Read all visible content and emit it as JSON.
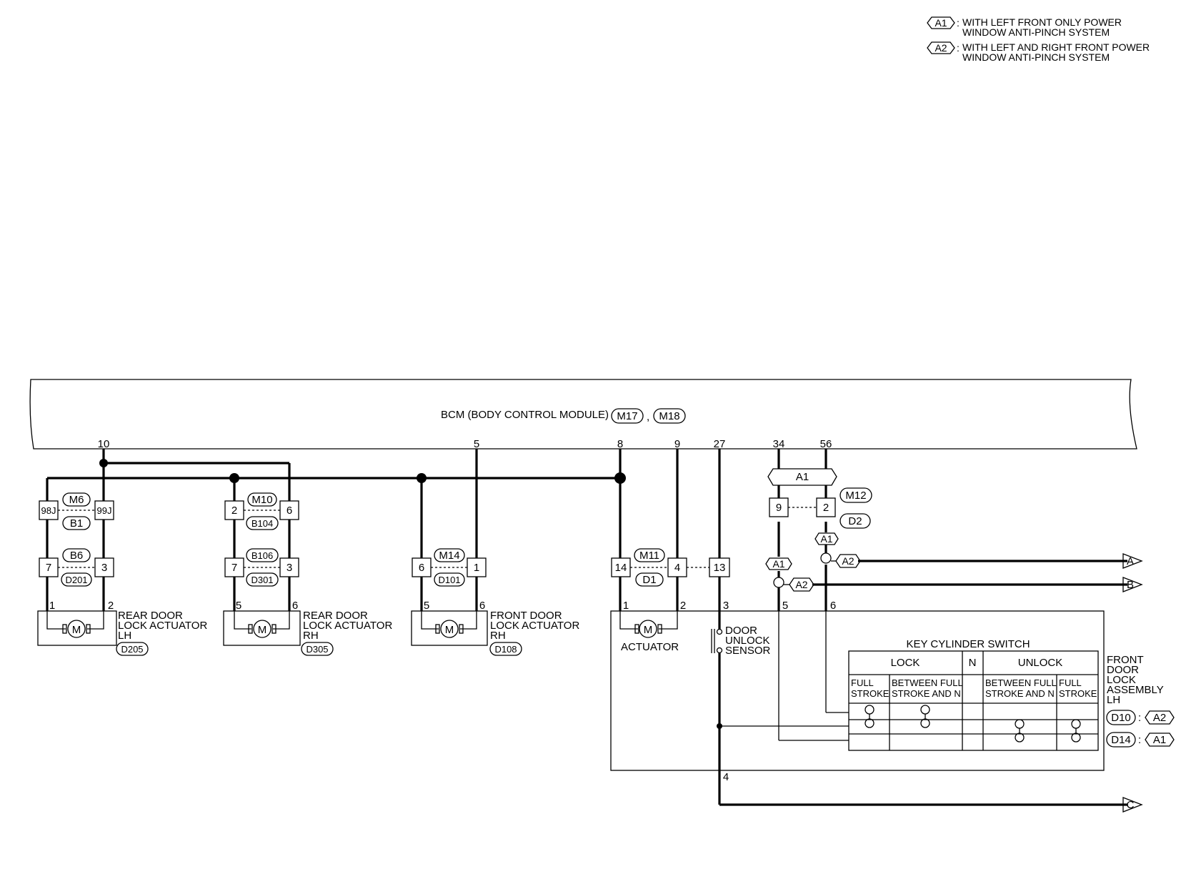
{
  "legend": [
    {
      "tag": "A1",
      "line1": "WITH LEFT FRONT ONLY POWER",
      "line2": "WINDOW ANTI-PINCH SYSTEM"
    },
    {
      "tag": "A2",
      "line1": "WITH LEFT AND RIGHT FRONT POWER",
      "line2": "WINDOW ANTI-PINCH SYSTEM"
    }
  ],
  "bcm": {
    "label": "BCM (BODY CONTROL MODULE)",
    "connector1": "M17",
    "sep": ",",
    "connector2": "M18"
  },
  "terminals": {
    "t10": "10",
    "t5": "5",
    "t8": "8",
    "t9": "9",
    "t27": "27",
    "t34": "34",
    "t56": "56"
  },
  "rear_lh": {
    "top_left": "98J",
    "top_right": "99J",
    "top_conn_a": "M6",
    "top_conn_b": "B1",
    "bot_left": "7",
    "bot_right": "3",
    "bot_conn_a": "B6",
    "bot_conn_b": "D201",
    "pin_left": "1",
    "pin_right": "2",
    "name1": "REAR DOOR",
    "name2": "LOCK ACTUATOR",
    "name3": "LH",
    "connector": "D205"
  },
  "rear_rh": {
    "top_left": "2",
    "top_right": "6",
    "top_conn_a": "M10",
    "top_conn_b": "B104",
    "bot_left": "7",
    "bot_right": "3",
    "bot_conn_a": "B106",
    "bot_conn_b": "D301",
    "pin_left": "5",
    "pin_right": "6",
    "name1": "REAR DOOR",
    "name2": "LOCK ACTUATOR",
    "name3": "RH",
    "connector": "D305"
  },
  "front_rh": {
    "bot_left": "6",
    "bot_right": "1",
    "bot_conn_a": "M14",
    "bot_conn_b": "D101",
    "pin_left": "5",
    "pin_right": "6",
    "name1": "FRONT DOOR",
    "name2": "LOCK ACTUATOR",
    "name3": "RH",
    "connector": "D108"
  },
  "front_lh": {
    "j_left": "14",
    "j_right": "4",
    "j_extra": "13",
    "j_conn_a": "M11",
    "j_conn_b": "D1",
    "pin1": "1",
    "pin2": "2",
    "pin3": "3",
    "pin4": "4",
    "pin5": "5",
    "pin6": "6",
    "actuator_label": "ACTUATOR",
    "sensor1": "DOOR",
    "sensor2": "UNLOCK",
    "sensor3": "SENSOR",
    "name1": "FRONT",
    "name2": "DOOR",
    "name3": "LOCK",
    "name4": "ASSEMBLY",
    "name5": "LH",
    "conn1": "D10",
    "conn1_tag": "A2",
    "conn2": "D14",
    "conn2_tag": "A1",
    "colon": ":"
  },
  "upper_junction": {
    "tag": "A1",
    "left_pin": "9",
    "right_pin": "2",
    "conn_a": "M12",
    "conn_b": "D2"
  },
  "option_tags": {
    "a1_upper": "A1",
    "a1_left": "A1",
    "a2_upper": "A2",
    "a2_lower": "A2"
  },
  "key_switch": {
    "title": "KEY CYLINDER SWITCH",
    "lock": "LOCK",
    "n": "N",
    "unlock": "UNLOCK",
    "sub": [
      {
        "l1": "FULL",
        "l2": "STROKE"
      },
      {
        "l1": "BETWEEN FULL",
        "l2": "STROKE AND N"
      },
      {
        "l1": "BETWEEN FULL",
        "l2": "STROKE AND N"
      },
      {
        "l1": "FULL",
        "l2": "STROKE"
      }
    ]
  },
  "arrows": {
    "a": "A",
    "b": "B",
    "c": "C"
  },
  "motor_glyph": "M"
}
